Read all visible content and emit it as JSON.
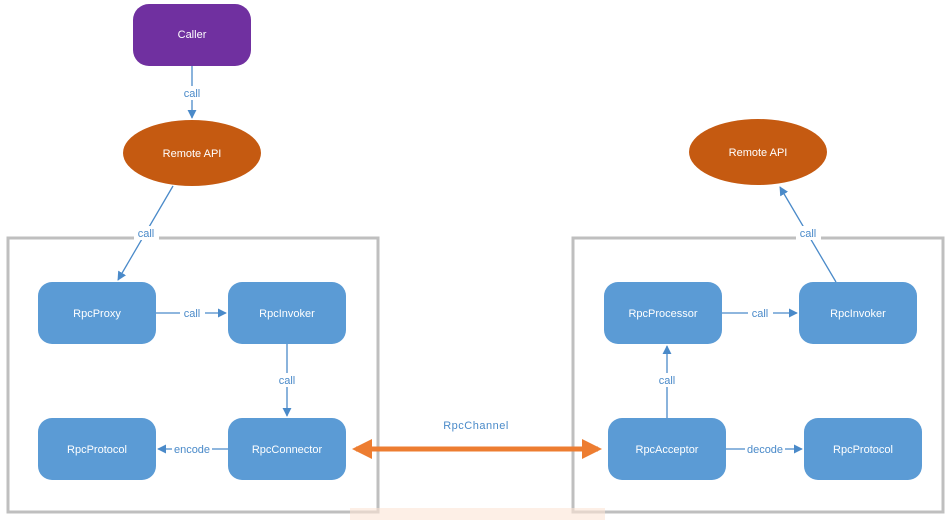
{
  "colors": {
    "caller": "#7030a0",
    "api": "#c55a11",
    "component": "#5b9bd5",
    "connector_line": "#4a8ac9",
    "channel": "#ed7d31",
    "container_border": "#bfbfbf"
  },
  "nodes": {
    "caller": "Caller",
    "client_remote_api": "Remote API",
    "client_rpc_proxy": "RpcProxy",
    "client_rpc_invoker": "RpcInvoker",
    "client_rpc_protocol": "RpcProtocol",
    "client_rpc_connector": "RpcConnector",
    "server_remote_api": "Remote API",
    "server_rpc_processor": "RpcProcessor",
    "server_rpc_invoker": "RpcInvoker",
    "server_rpc_acceptor": "RpcAcceptor",
    "server_rpc_protocol": "RpcProtocol"
  },
  "edges": {
    "caller_to_api": "call",
    "api_to_proxy": "call",
    "proxy_to_invoker": "call",
    "invoker_to_connector": "call",
    "connector_to_protocol": "encode",
    "acceptor_to_processor": "call",
    "processor_to_invoker": "call",
    "invoker_to_api": "call",
    "acceptor_to_protocol": "decode"
  },
  "channel": "RpcChannel"
}
